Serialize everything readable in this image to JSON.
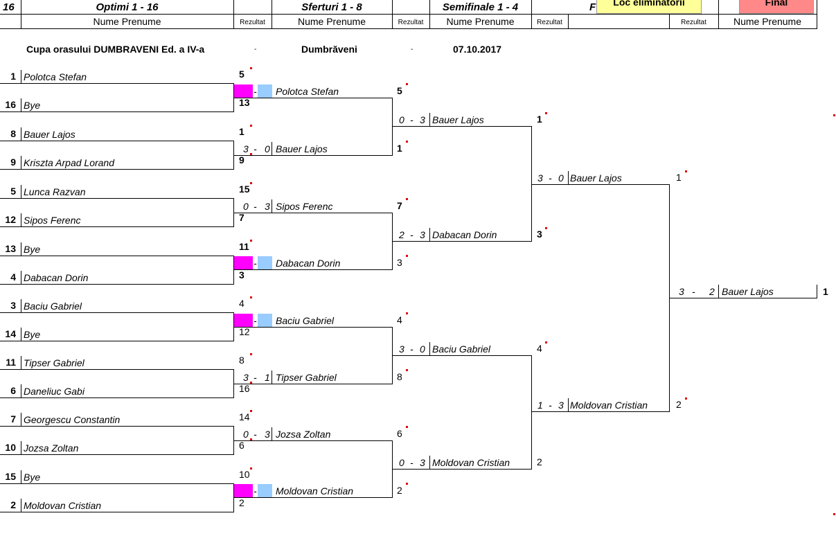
{
  "header": {
    "count": "16",
    "round1": "Optimi 1 - 16",
    "round2": "Sferturi 1 - 8",
    "round3": "Semifinale 1 - 4",
    "round4_partial": "F",
    "loc_button": "Loc eliminatorii",
    "final_button": "Final",
    "name_col": "Nume Prenume",
    "rezultat": "Rezultat"
  },
  "info": {
    "title": "Cupa orasului DUMBRAVENI Ed. a IV-a",
    "location": "Dumbrăveni",
    "date": "07.10.2017",
    "sep": "-"
  },
  "round1": [
    {
      "seed": "1",
      "name": "Polotca Stefan",
      "res": "5"
    },
    {
      "seed": "16",
      "name": "Bye",
      "res": "13"
    },
    {
      "seed": "8",
      "name": "Bauer Lajos",
      "res": "1"
    },
    {
      "seed": "9",
      "name": "Kriszta Arpad Lorand",
      "res": "9"
    },
    {
      "seed": "5",
      "name": "Lunca Razvan",
      "res": "15"
    },
    {
      "seed": "12",
      "name": "Sipos Ferenc",
      "res": "7"
    },
    {
      "seed": "13",
      "name": "Bye",
      "res": "11"
    },
    {
      "seed": "4",
      "name": "Dabacan Dorin",
      "res": "3"
    },
    {
      "seed": "3",
      "name": "Baciu Gabriel",
      "res": "4"
    },
    {
      "seed": "14",
      "name": "Bye",
      "res": "12"
    },
    {
      "seed": "11",
      "name": "Tipser Gabriel",
      "res": "8"
    },
    {
      "seed": "6",
      "name": "Daneliuc Gabi",
      "res": "16"
    },
    {
      "seed": "7",
      "name": "Georgescu Constantin",
      "res": "14"
    },
    {
      "seed": "10",
      "name": "Jozsa Zoltan",
      "res": "6"
    },
    {
      "seed": "15",
      "name": "Bye",
      "res": "10"
    },
    {
      "seed": "2",
      "name": "Moldovan Cristian",
      "res": "2"
    }
  ],
  "round2": [
    {
      "s1": "",
      "s2": "",
      "name": "Polotca Stefan",
      "res": "5"
    },
    {
      "s1": "3",
      "s2": "0",
      "name": "Bauer Lajos",
      "res": "1"
    },
    {
      "s1": "0",
      "s2": "3",
      "name": "Sipos Ferenc",
      "res": "7"
    },
    {
      "s1": "",
      "s2": "",
      "name": "Dabacan Dorin",
      "res": "3"
    },
    {
      "s1": "",
      "s2": "",
      "name": "Baciu Gabriel",
      "res": "4"
    },
    {
      "s1": "3",
      "s2": "1",
      "name": "Tipser Gabriel",
      "res": "8"
    },
    {
      "s1": "0",
      "s2": "3",
      "name": "Jozsa Zoltan",
      "res": "6"
    },
    {
      "s1": "",
      "s2": "",
      "name": "Moldovan Cristian",
      "res": "2"
    }
  ],
  "round3": [
    {
      "s1": "0",
      "s2": "3",
      "name": "Bauer Lajos",
      "res": "1"
    },
    {
      "s1": "2",
      "s2": "3",
      "name": "Dabacan Dorin",
      "res": "3"
    },
    {
      "s1": "3",
      "s2": "0",
      "name": "Baciu Gabriel",
      "res": "4"
    },
    {
      "s1": "0",
      "s2": "3",
      "name": "Moldovan Cristian",
      "res": "2"
    }
  ],
  "round4": [
    {
      "s1": "3",
      "s2": "0",
      "name": "Bauer Lajos",
      "res": "1"
    },
    {
      "s1": "1",
      "s2": "3",
      "name": "Moldovan Cristian",
      "res": "2"
    }
  ],
  "final": {
    "s1": "3",
    "s2": "2",
    "name": "Bauer Lajos",
    "res": "1"
  }
}
